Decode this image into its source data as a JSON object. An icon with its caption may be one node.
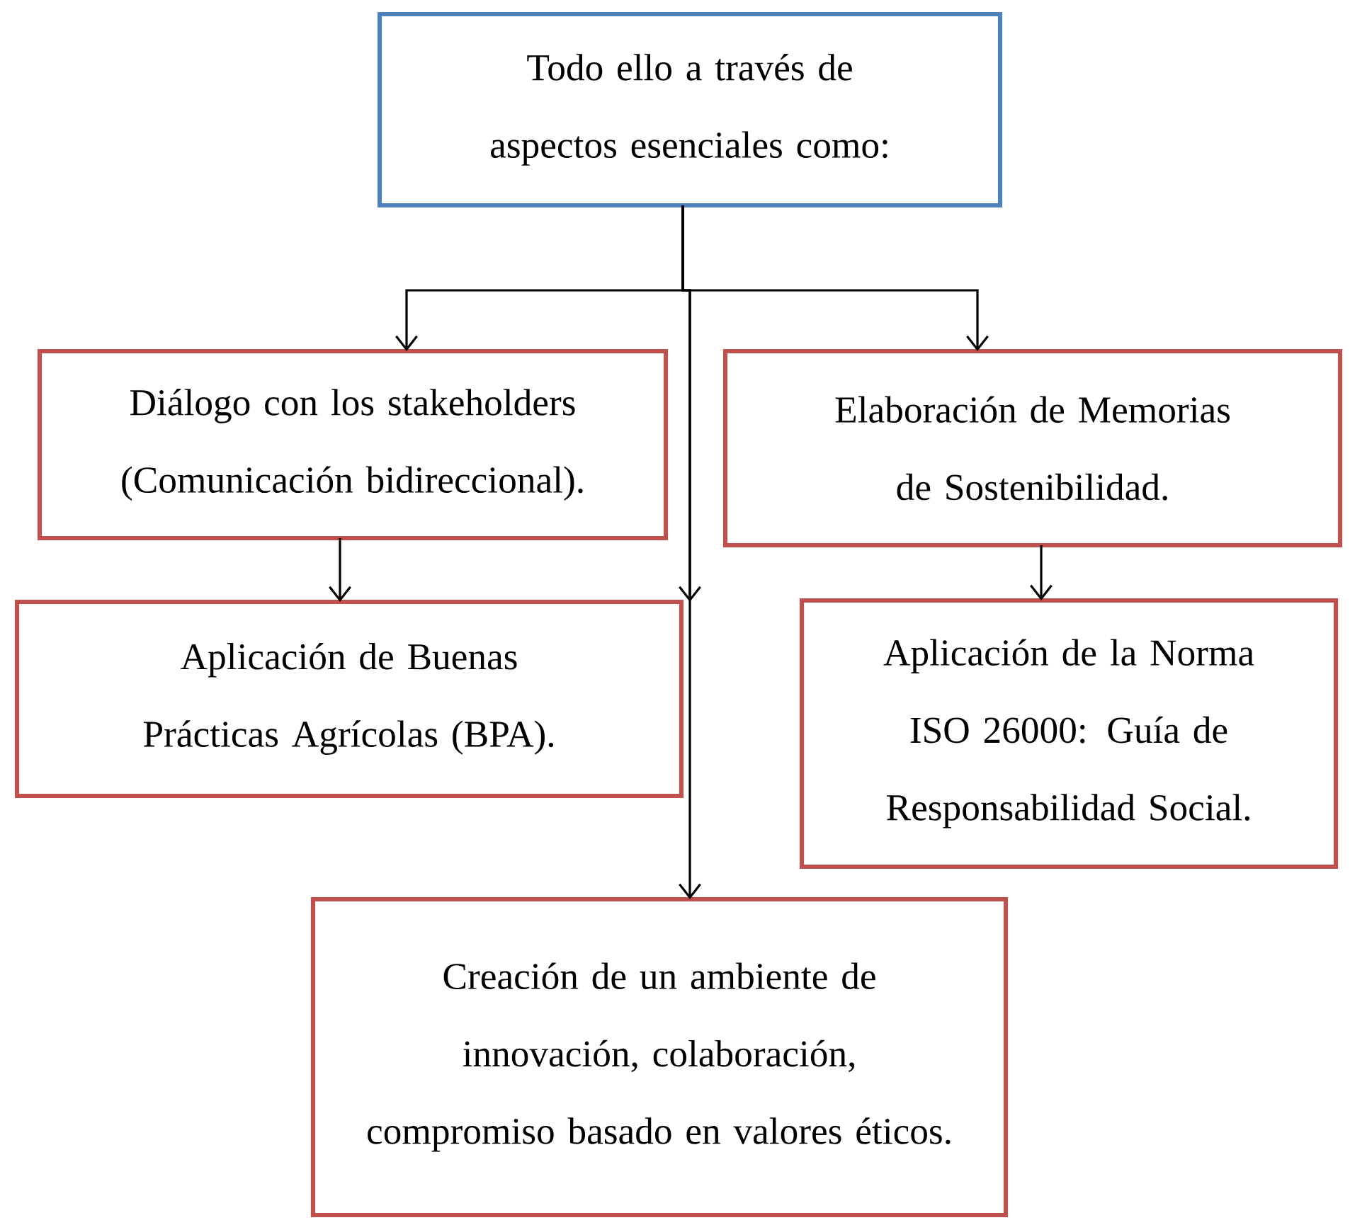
{
  "diagram": {
    "nodes": [
      {
        "text": [
          "Todo ello a través de aspectos esenciales como:"
        ]
      },
      {
        "text": [
          "Diálogo con los stakeholders (Comunicación bidireccional)."
        ]
      },
      {
        "text": [
          "Aplicación de Buenas Prácticas Agrícolas (BPA)."
        ]
      },
      {
        "text": [
          "Elaboración de Memorias de Sostenibilidad."
        ]
      },
      {
        "text": [
          "Aplicación de la Norma ISO 26000: Guía de Responsabilidad Social."
        ]
      },
      {
        "text": [
          "Creación de un ambiente de innovación, colaboración, compromiso basado en valores éticos."
        ]
      }
    ],
    "edges": [
      {
        "from": 0,
        "to": 1,
        "arrow": "to"
      },
      {
        "from": 0,
        "to": 3,
        "arrow": "to"
      },
      {
        "from": 0,
        "to": 2,
        "arrow": "to"
      },
      {
        "from": 0,
        "to": 5,
        "arrow": "to"
      },
      {
        "from": 1,
        "to": 2,
        "arrow": "to"
      },
      {
        "from": 3,
        "to": 4,
        "arrow": "to"
      }
    ]
  }
}
